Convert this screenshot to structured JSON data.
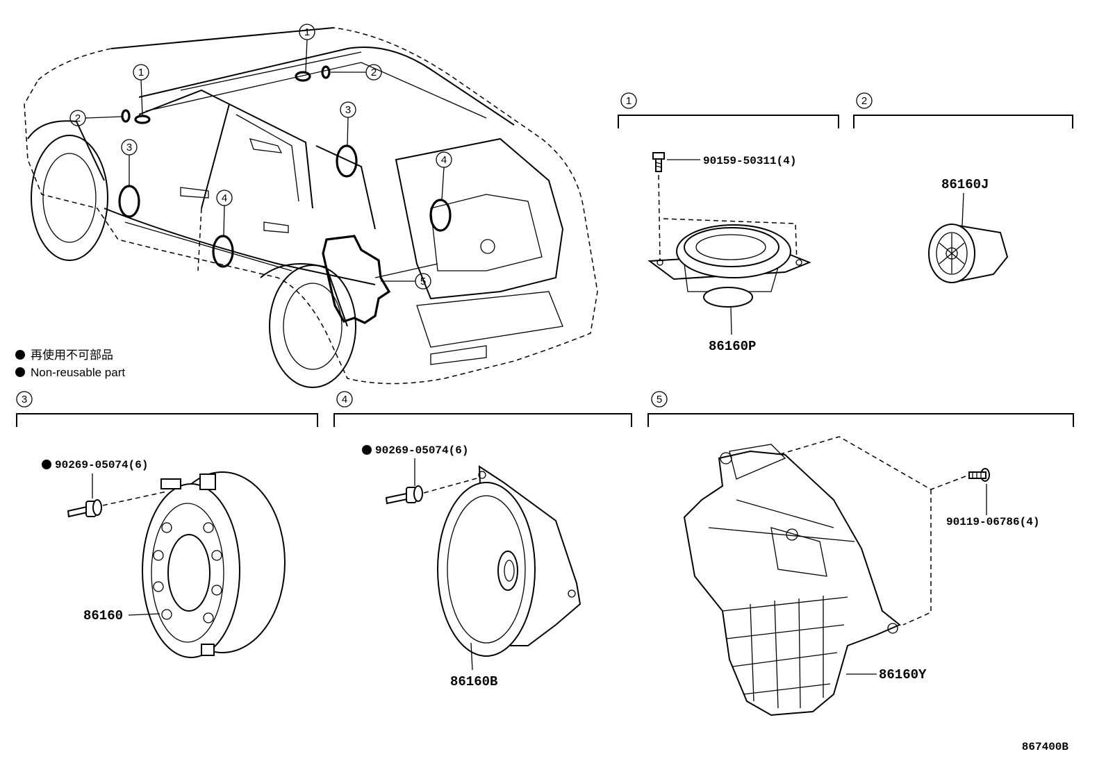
{
  "legend": {
    "jp": "再使用不可部品",
    "en": "Non-reusable part"
  },
  "callouts": {
    "c1": "1",
    "c2": "2",
    "c3": "3",
    "c4": "4",
    "c5": "5"
  },
  "parts": {
    "p1_bolt": "90159-50311(4)",
    "p1_speaker": "86160P",
    "p2_tweeter": "86160J",
    "p3_rivet": "90269-05074(6)",
    "p3_speaker": "86160",
    "p4_rivet": "90269-05074(6)",
    "p4_speaker": "86160B",
    "p5_bolt": "90119-06786(4)",
    "p5_subwoofer": "86160Y"
  },
  "illustration_id": "867400B",
  "colors": {
    "line": "#000000",
    "background": "#ffffff"
  }
}
